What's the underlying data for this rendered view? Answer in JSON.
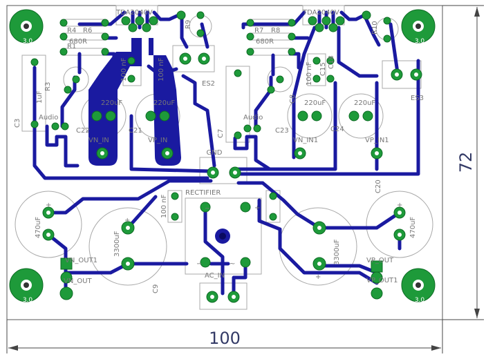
{
  "dimensions": {
    "width_label": "100",
    "height_label": "72"
  },
  "colors": {
    "trace": "#1a1aa0",
    "pad": "#1e9a3a",
    "silkscreen": "#a8a8a8",
    "board": "#ffffff"
  },
  "labels": {
    "amp_ic_left": "TDA2040V",
    "amp_ic_right": "TDA2040V",
    "r4": "R4",
    "r6": "R6",
    "r1": "R1",
    "r680_left": "680R",
    "r7": "R7",
    "r8": "R8",
    "r680_right": "680R",
    "r9": "R9",
    "r10": "R10",
    "r3": "R3",
    "c3": "C3",
    "c7": "C7",
    "c1uf": "1uF",
    "c220_1": "220uF",
    "c220_2": "220uF",
    "c220_3": "220uF",
    "c220_4": "220uF",
    "c100nf_1": "100 nF",
    "c100nf_2": "100 nF",
    "c100nf_3": "100 nF",
    "c100nf_4": "100 nF",
    "c21": "C21",
    "c22": "C22",
    "c23": "C23",
    "c24": "C24",
    "c8": "C8",
    "c9": "C9",
    "c15": "C15",
    "c18": "C18",
    "c20": "C20",
    "es2": "ES2",
    "es3": "ES3",
    "audio_left": "Audio",
    "audio_right": "Audio",
    "vn_in": "VN_IN",
    "vp_in": "VP_IN",
    "vn_in1": "VN_IN1",
    "vp_in1": "VP_IN1",
    "gnd": "GND",
    "rectifier": "RECTIFIER",
    "ac_in": "AC_IN",
    "c470_left": "470uF",
    "c470_right": "470uF",
    "c3300_left": "3300uF",
    "c3300_right": "3300uF",
    "vn_out1": "VN_OUT1",
    "vn_out": "VN_OUT",
    "vp_out": "VP_OUT",
    "vp_out1": "VP_OUT1",
    "mount_label": "3.0",
    "tilde": "~",
    "minus": "−",
    "plus": "+"
  }
}
